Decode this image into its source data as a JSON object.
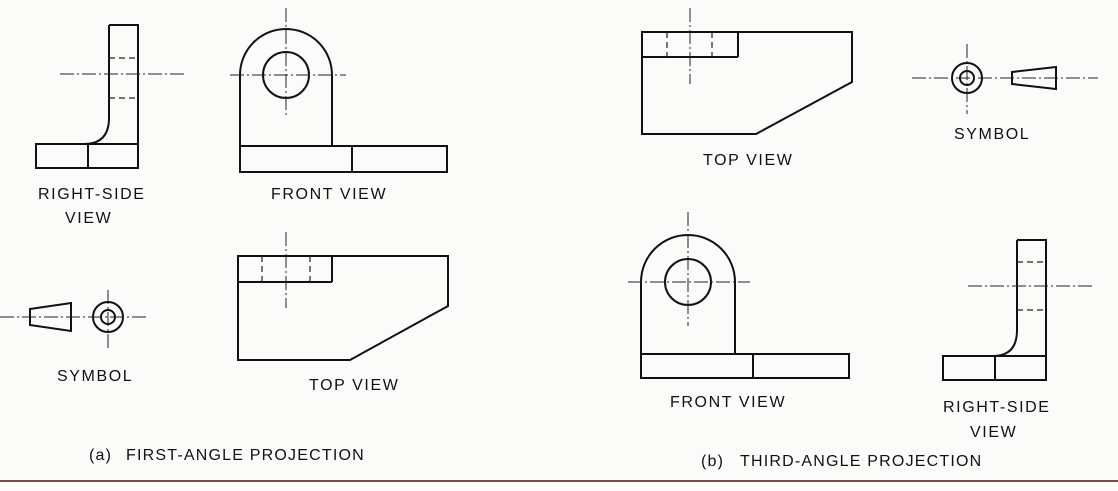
{
  "panel_a": {
    "right_side_view_line1": "RIGHT-SIDE",
    "right_side_view_line2": "VIEW",
    "front_view": "FRONT VIEW",
    "top_view": "TOP VIEW",
    "symbol": "SYMBOL",
    "caption_letter": "(a)",
    "caption": "FIRST-ANGLE PROJECTION"
  },
  "panel_b": {
    "top_view": "TOP VIEW",
    "symbol": "SYMBOL",
    "front_view": "FRONT VIEW",
    "right_side_view_line1": "RIGHT-SIDE",
    "right_side_view_line2": "VIEW",
    "caption_letter": "(b)",
    "caption": "THIRD-ANGLE PROJECTION"
  },
  "colors": {
    "line": "#111111",
    "background": "#fbfbf9",
    "bottom_rule": "#7a4848"
  }
}
